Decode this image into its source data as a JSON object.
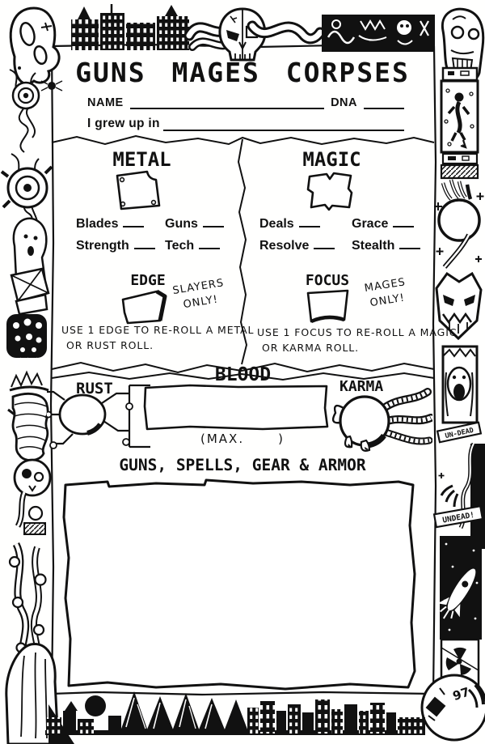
{
  "colors": {
    "ink": "#111111",
    "paper": "#fffffe"
  },
  "title": "GUNS MAGES CORPSES",
  "header": {
    "name_label": "NAME",
    "dna_label": "DNA",
    "origin_label": "I grew up in"
  },
  "metal": {
    "title": "METAL",
    "stats": [
      "Blades",
      "Guns",
      "Strength",
      "Tech"
    ]
  },
  "magic": {
    "title": "MAGIC",
    "stats": [
      "Deals",
      "Grace",
      "Resolve",
      "Stealth"
    ]
  },
  "edge": {
    "title": "EDGE",
    "restriction": "SLAYERS ONLY!",
    "rule_line1": "USE 1 EDGE TO RE-ROLL A METAL",
    "rule_line2": "OR RUST ROLL."
  },
  "focus": {
    "title": "FOCUS",
    "restriction": "MAGES ONLY!",
    "rule_line1": "USE 1 FOCUS TO RE-ROLL A MAGIC",
    "rule_line2": "OR KARMA ROLL."
  },
  "blood": {
    "title": "BLOOD",
    "rust_label": "RUST",
    "karma_label": "KARMA",
    "max_open": "(MAX.",
    "max_close": ")"
  },
  "gear": {
    "title": "GUNS, SPELLS, GEAR & ARMOR"
  },
  "border": {
    "undead_banner_top": "UN-DEAD",
    "undead_banner_bottom": "UNDEAD!",
    "helmet_number": "97"
  }
}
